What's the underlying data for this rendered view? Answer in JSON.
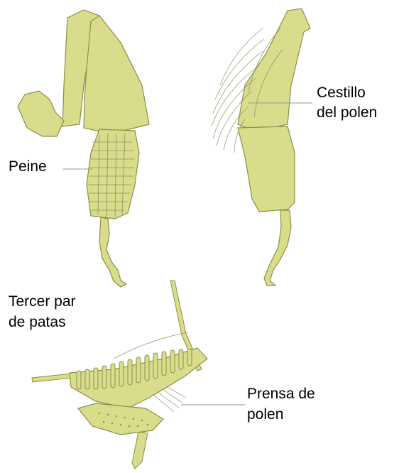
{
  "labels": {
    "peine": "Peine",
    "cestillo_line1": "Cestillo",
    "cestillo_line2": "del polen",
    "tercer_line1": "Tercer par",
    "tercer_line2": "de patas",
    "prensa_line1": "Prensa de",
    "prensa_line2": "polen"
  },
  "colors": {
    "leg_fill": "#d9dc8a",
    "leg_stroke": "#8c8f4a",
    "hair_stroke": "#8d8f6a",
    "leader_line": "#9a9a9a",
    "label_text": "#000000",
    "background": "#ffffff"
  }
}
